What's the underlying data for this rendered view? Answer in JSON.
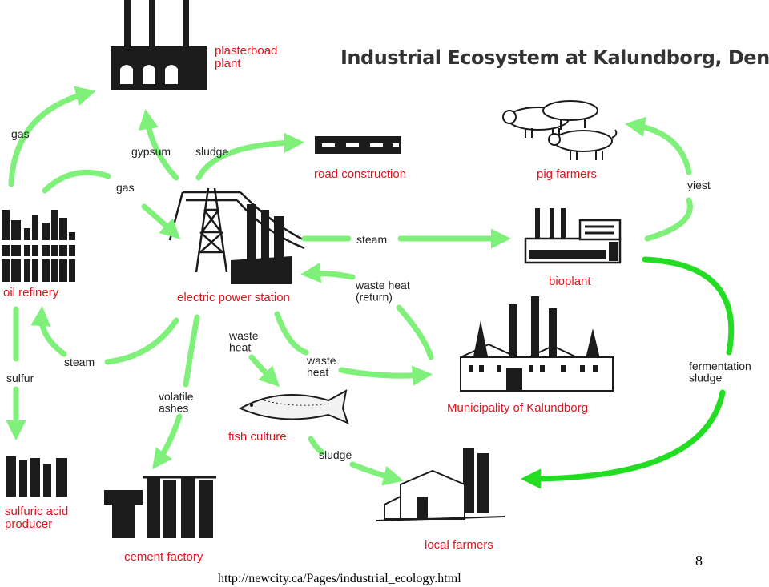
{
  "title": "Industrial Ecosystem at Kalundborg, Denmark",
  "nodes": {
    "plasterboard": "plasterboad\nplant",
    "road": "road construction",
    "pig": "pig farmers",
    "refinery": "oil refinery",
    "power": "electric power station",
    "bioplant": "bioplant",
    "municipality": "Municipality of Kalundborg",
    "fish": "fish culture",
    "sulfuric": "sulfuric acid\nproducer",
    "cement": "cement factory",
    "farmers": "local farmers"
  },
  "flows": {
    "gas_top": "gas",
    "gypsum": "gypsum",
    "sludge_top": "sludge",
    "gas_mid": "gas",
    "yiest": "yiest",
    "steam_right": "steam",
    "waste_heat_return": "waste heat\n(return)",
    "steam_left": "steam",
    "sulfur": "sulfur",
    "waste_heat_fish": "waste\nheat",
    "waste_heat_muni": "waste\nheat",
    "fermentation": "fermentation\nsludge",
    "volatile": "volatile\nashes",
    "sludge_bottom": "sludge"
  },
  "colors": {
    "label": "#e0141e",
    "flow": "#7ff07a",
    "flow_strong": "#22dd22"
  },
  "page_number": "8",
  "source_url": "http://newcity.ca/Pages/industrial_ecology.html"
}
